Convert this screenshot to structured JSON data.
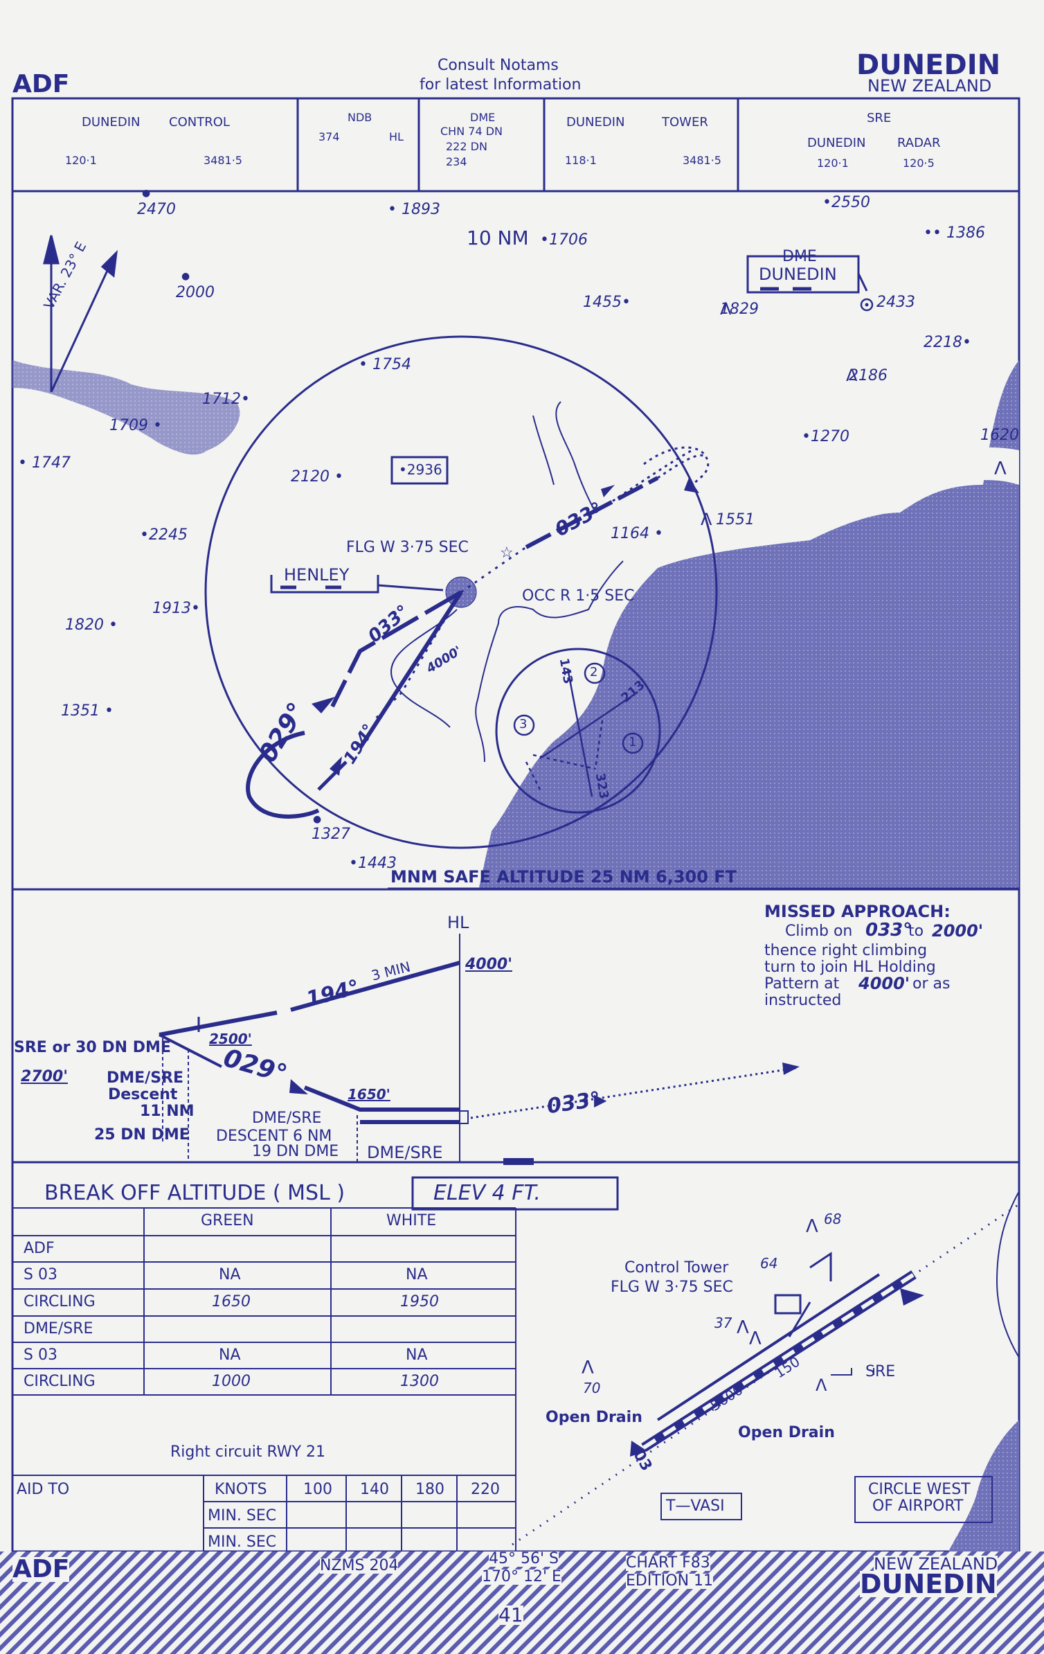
{
  "header": {
    "proc": "ADF",
    "notams_1": "Consult  Notams",
    "notams_2": "for  latest  Information",
    "city": "DUNEDIN",
    "country": "NEW ZEALAND"
  },
  "comms": {
    "control": {
      "name_a": "DUNEDIN",
      "name_b": "CONTROL",
      "freq_a": "120·1",
      "freq_b": "3481·5"
    },
    "ndb": {
      "label": "NDB",
      "freq": "374",
      "ident": "HL"
    },
    "dme": {
      "label": "DME",
      "line1": "CHN  74  DN",
      "line2": "222        DN",
      "line3": "234"
    },
    "tower": {
      "name_a": "DUNEDIN",
      "name_b": "TOWER",
      "freq_a": "118·1",
      "freq_b": "3481·5"
    },
    "sre": {
      "label": "SRE",
      "name_a": "DUNEDIN",
      "name_b": "RADAR",
      "freq_a": "120·1",
      "freq_b": "120·5"
    }
  },
  "plan": {
    "var": "VAR. 23° E",
    "ring": "10 NM",
    "dme_box_a": "DME",
    "dme_box_b": "DUNEDIN",
    "henley": "HENLEY",
    "flg": "FLG W 3·75 SEC",
    "occ": "OCC R 1·5 SEC",
    "box_2936": "•2936",
    "msa": "MNM SAFE ALTITUDE 25 NM 6,300 FT",
    "tracks": {
      "t033a": "033°",
      "t033b": "033°",
      "t029": "029°",
      "t194": "194°",
      "t4000": "4000'"
    },
    "rwy": {
      "r143": "143",
      "r213": "213",
      "r323": "323",
      "c1": "1",
      "c2": "2",
      "c3": "3"
    },
    "spots": {
      "s2470": "2470",
      "s1893": "• 1893",
      "s1706": "•1706",
      "s2550": "•2550",
      "s1386": "•• 1386",
      "s2000": "2000",
      "s1455": "1455•",
      "s1829": "1829",
      "s2433": "2433",
      "s2218": "2218•",
      "s1754": "• 1754",
      "s2186": "2186",
      "s1712": "1712•",
      "s1709": "1709 •",
      "s1270": "•1270",
      "s1620": "1620",
      "s1747": "• 1747",
      "s2120": "2120 •",
      "s1551": "1551",
      "s1164": "1164 •",
      "s2245": "•2245",
      "s1913": "1913•",
      "s1820": "1820 •",
      "s1351": "1351 •",
      "s1327": "1327",
      "s1443": "•1443"
    }
  },
  "profile": {
    "hl": "HL",
    "min3": "3 MIN",
    "a4000": "4000'",
    "t194": "194°",
    "a2500": "2500'",
    "sre30": "SRE or 30 DN DME",
    "a2700": "2700'",
    "t029": "029°",
    "dmesre_d1": "DME/SRE",
    "dmesre_d2": "Descent",
    "dmesre_d3": "11 NM",
    "dn25": "25 DN DME",
    "a1650": "1650'",
    "dmesre2": "DME/SRE",
    "desc6": "DESCENT 6 NM",
    "dn19": "19 DN DME",
    "dmesre3": "DME/SRE",
    "t033": "033°",
    "missed": {
      "title": "MISSED APPROACH:",
      "l1a": "Climb  on",
      "l1b": "033°",
      "l1c": "to",
      "l1d": "2000'",
      "l2": "thence  right  climbing",
      "l3": "turn to join  HL Holding",
      "l4a": "Pattern at",
      "l4b": "4000'",
      "l4c": "or as",
      "l5": "instructed"
    }
  },
  "breakoff": {
    "title": "BREAK  OFF  ALTITUDE  ( MSL )",
    "elev": "ELEV    4     FT.",
    "green": "GREEN",
    "white": "WHITE",
    "rows": [
      {
        "label": "ADF",
        "green": "",
        "white": ""
      },
      {
        "label": "S  03",
        "green": "NA",
        "white": "NA"
      },
      {
        "label": "CIRCLING",
        "green": "1650",
        "white": "1950"
      },
      {
        "label": "DME/SRE",
        "green": "",
        "white": ""
      },
      {
        "label": "S  03",
        "green": "NA",
        "white": "NA"
      },
      {
        "label": "CIRCLING",
        "green": "1000",
        "white": "1300"
      }
    ],
    "circuit": "Right  circuit  RWY  21",
    "aid_to": "AID TO",
    "knots": "KNOTS",
    "speeds": [
      "100",
      "140",
      "180",
      "220"
    ],
    "min_sec": "MIN. SEC"
  },
  "aerodrome": {
    "s68": "68",
    "ctrl": "Control Tower",
    "s64": "64",
    "flg": "FLG W 3·75 SEC",
    "s37": "37",
    "s70": "70",
    "sre": "SRE",
    "drain1": "Open Drain",
    "drain2": "Open Drain",
    "len": "5600",
    "wid": "150",
    "rwy03": "03",
    "tvasi": "T—VASI",
    "circ_a": "CIRCLE WEST",
    "circ_b": "OF AIRPORT"
  },
  "footer": {
    "proc": "ADF",
    "nzms": "NZMS  204",
    "lat": "45° 56' S",
    "lon": "170° 12' E",
    "chart": "CHART  F83",
    "edition": "EDITION 11",
    "country": "NEW ZEALAND",
    "city": "DUNEDIN",
    "page": "41"
  }
}
